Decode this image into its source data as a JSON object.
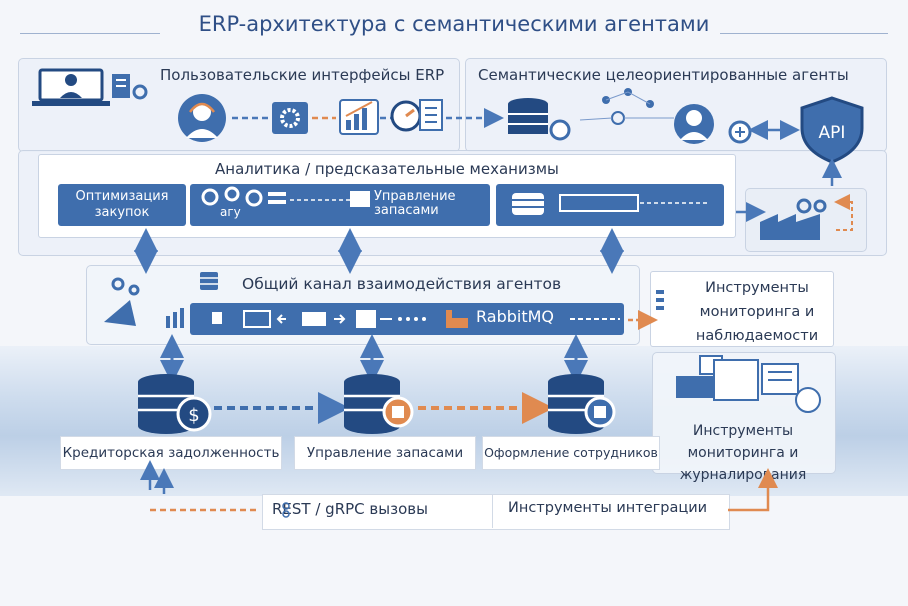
{
  "title": "ERP-архитектура с семантическими агентами",
  "ui_panel": {
    "label": "Пользовательские интерфейсы ERP"
  },
  "agents_panel": {
    "label": "Семантические целеориентированные агенты",
    "api_label": "API"
  },
  "analytics": {
    "label": "Аналитика / предсказательные механизмы",
    "box1": "Оптимизация закупок",
    "box2_small": "агу",
    "box2": "Управление запасами"
  },
  "bus": {
    "label": "Общий канал взаимодействия агентов",
    "broker": "RabbitMQ"
  },
  "monitoring": {
    "label": "Инструменты мониторинга и наблюдаемости"
  },
  "logging": {
    "label": "Инструменты мониторинга и журналирования"
  },
  "services": [
    {
      "label": "Кредиторская задолженность",
      "badge": "$"
    },
    {
      "label": "Управление запасами",
      "badge": "box"
    },
    {
      "label": "Оформление сотрудников",
      "badge": "doc"
    }
  ],
  "integration": {
    "rest": "REST / gRPC вызовы",
    "tools": "Инструменты интеграции"
  },
  "colors": {
    "primary": "#3f6ead",
    "dark": "#234a82",
    "accent": "#e08a50",
    "line": "#4a78b8"
  }
}
